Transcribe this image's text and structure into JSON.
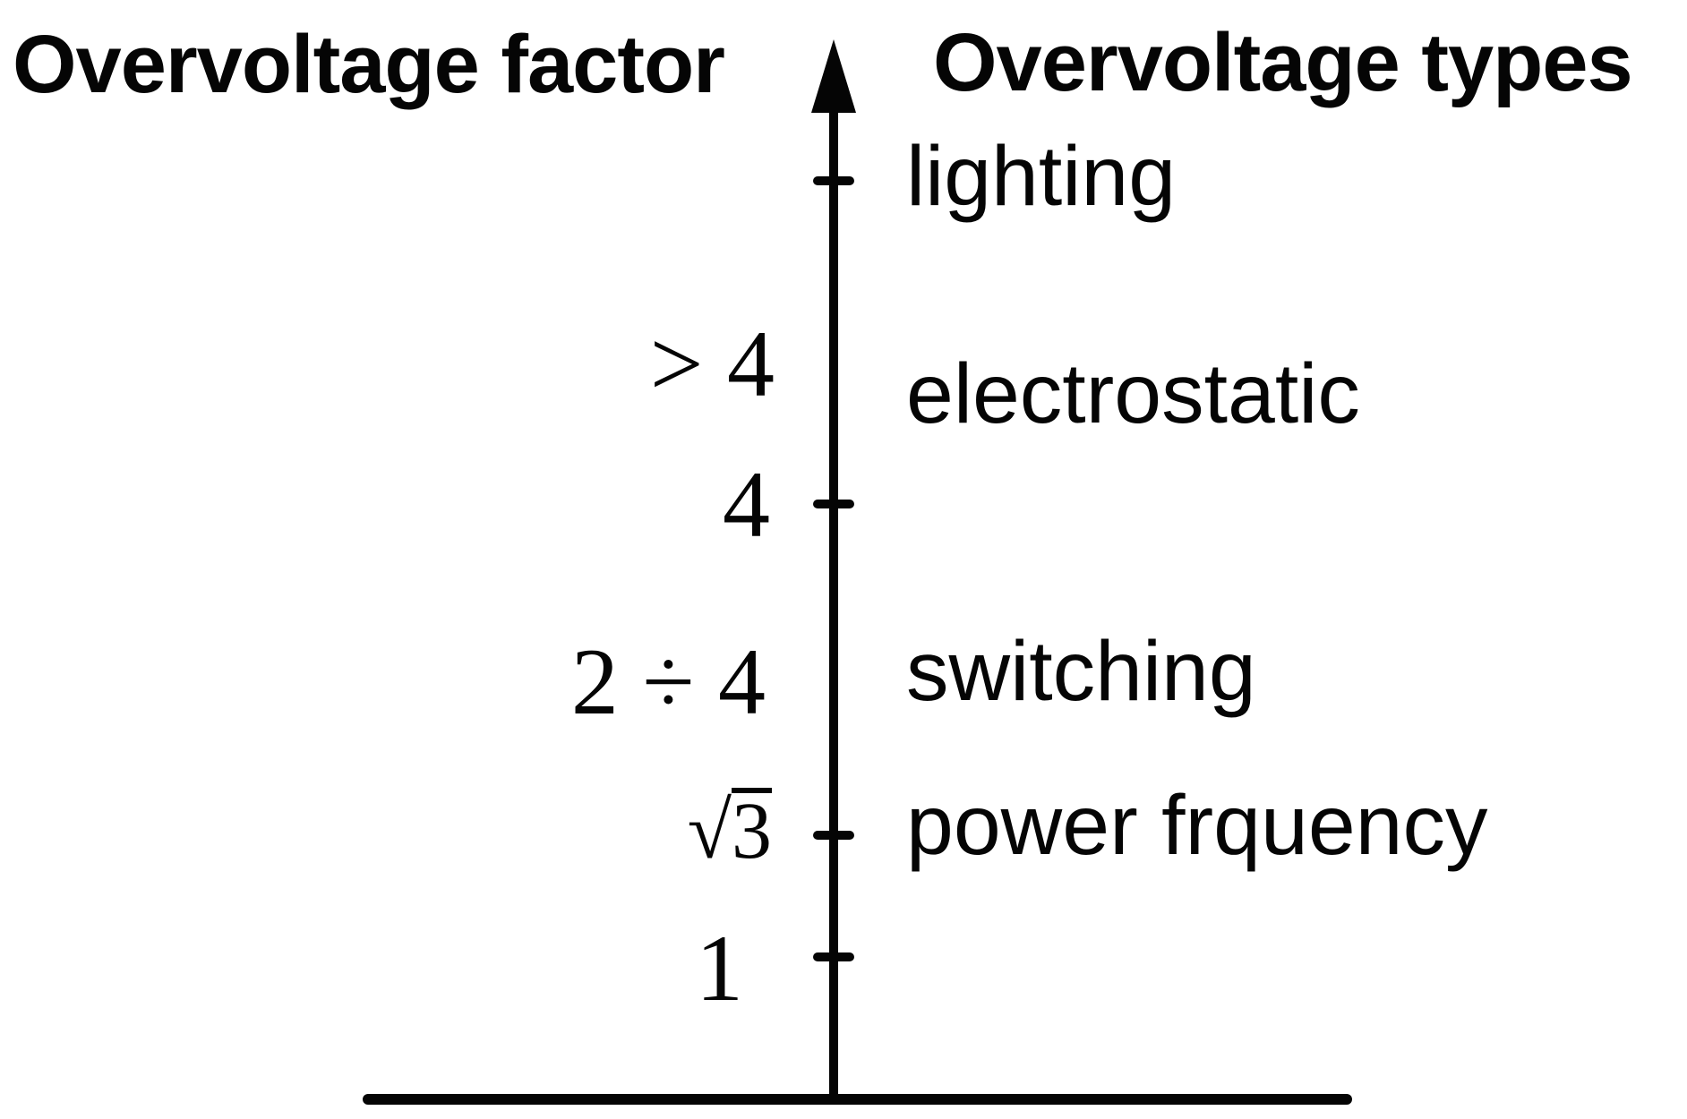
{
  "titles": {
    "left": "Overvoltage factor",
    "right": "Overvoltage types"
  },
  "axis": {
    "orientation": "vertical",
    "tick_count": 4,
    "rows": [
      {
        "factor": "",
        "type": "lighting",
        "tick": true
      },
      {
        "factor": "> 4",
        "type": "electrostatic",
        "tick": false
      },
      {
        "factor": "4",
        "type": "",
        "tick": true
      },
      {
        "factor": "2 ÷ 4",
        "type": "switching",
        "tick": false
      },
      {
        "factor": "√3",
        "factor_radical": "√",
        "factor_radicand": "3",
        "type": "power frquency",
        "tick": true
      },
      {
        "factor": "1",
        "type": "",
        "tick": true
      }
    ]
  },
  "colors": {
    "ink": "#050505",
    "background": "#ffffff"
  }
}
